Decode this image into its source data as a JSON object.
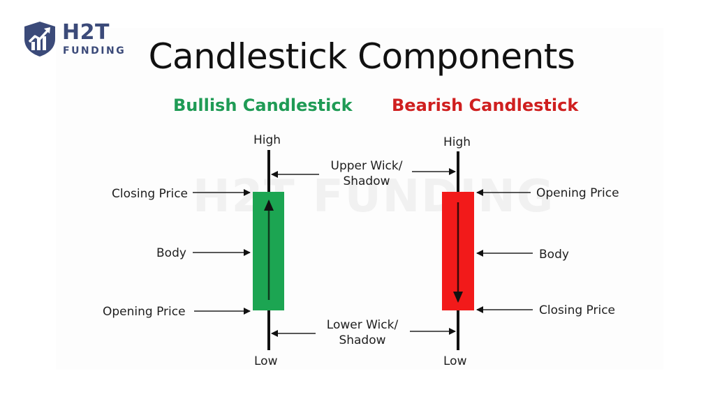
{
  "brand": {
    "name_top": "H2T",
    "name_bottom": "FUNDING",
    "logo_icon": "shield-chart-icon",
    "color": "#3b4a79"
  },
  "title": "Candlestick Components",
  "watermark": "H2T FUNDING",
  "bullish": {
    "heading": "Bullish Candlestick",
    "color": "#1f9b55",
    "body_color": "#1ca552",
    "labels": {
      "high": "High",
      "low": "Low",
      "closing_price": "Closing Price",
      "body": "Body",
      "opening_price": "Opening Price"
    },
    "direction": "up"
  },
  "bearish": {
    "heading": "Bearish Candlestick",
    "color": "#cf1f1f",
    "body_color": "#f21a1a",
    "labels": {
      "high": "High",
      "low": "Low",
      "opening_price": "Opening Price",
      "body": "Body",
      "closing_price": "Closing Price"
    },
    "direction": "down"
  },
  "shared_labels": {
    "upper_wick_line1": "Upper Wick/",
    "upper_wick_line2": "Shadow",
    "lower_wick_line1": "Lower Wick/",
    "lower_wick_line2": "Shadow"
  }
}
